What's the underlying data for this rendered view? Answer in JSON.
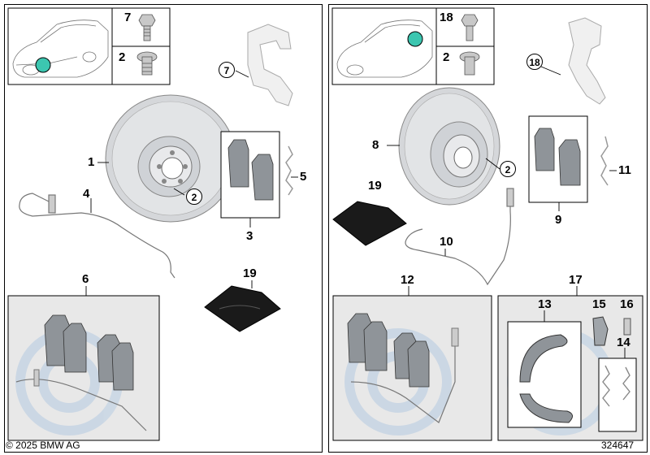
{
  "copyright": "© 2025 BMW AG",
  "diagram_id": "324647",
  "colors": {
    "highlight": "#3cc6b0",
    "panel_bg": "#e8e8e8",
    "part_grey": "#9aa0a6",
    "watermark": "#c5d4e4"
  },
  "front": {
    "vehicle_icon": "car-front-wheel-marker",
    "bolts": [
      {
        "label": "7"
      },
      {
        "label": "2"
      }
    ],
    "parts": {
      "disc": "1",
      "disc_bolt": "2",
      "caliper": "7",
      "pads": "3",
      "sensor": "4",
      "spring": "5",
      "pad_kit": "6",
      "grease": "19"
    }
  },
  "rear": {
    "vehicle_icon": "car-rear-wheel-marker",
    "bolts": [
      {
        "label": "18"
      },
      {
        "label": "2"
      }
    ],
    "parts": {
      "disc": "8",
      "disc_bolt": "2",
      "caliper": "18",
      "pads": "9",
      "sensor": "10",
      "spring": "11",
      "pad_kit": "12",
      "grease": "19",
      "shoe_kit": "17",
      "shoes": "13",
      "hardware": "14",
      "adjuster": "15",
      "pin": "16"
    }
  }
}
